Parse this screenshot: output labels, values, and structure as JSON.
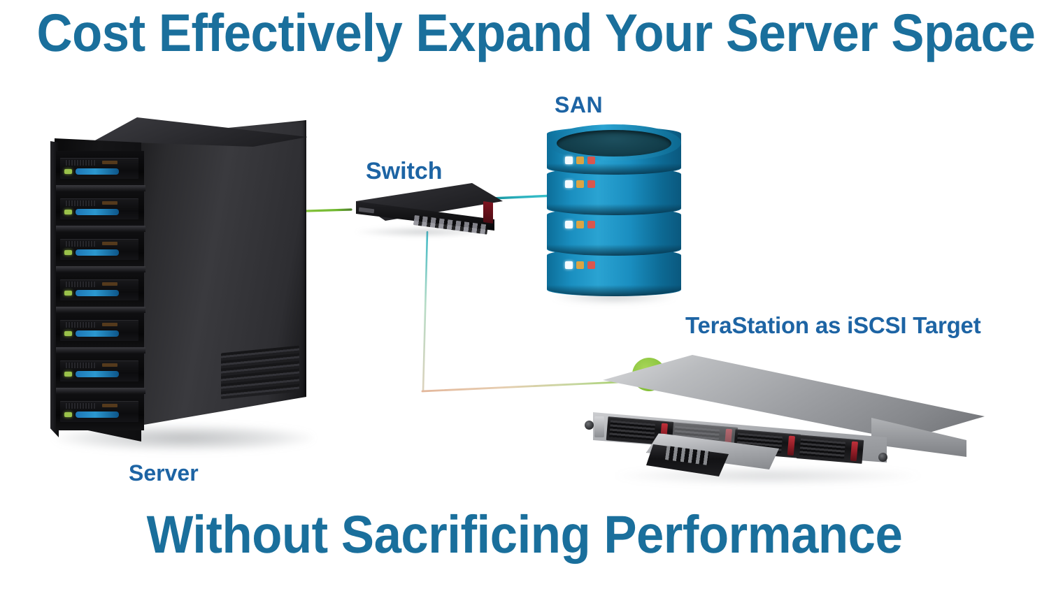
{
  "headings": {
    "top": "Cost Effectively Expand Your Server Space",
    "bottom": "Without Sacrificing Performance"
  },
  "colors": {
    "heading_blue": "#1a6f9c",
    "label_blue": "#1d64a4",
    "san_blue": "#1a8fc0",
    "cable_green": "#8cc63f",
    "cable_teal": "#23a6b4",
    "cable_tan": "#e0b89a",
    "led_green": "#9ac24a",
    "drive_handle_red": "#a8212c",
    "tera_green_dot": "#8cc63f"
  },
  "nodes": {
    "server": {
      "label": "Server",
      "type": "server-rack",
      "blade_count": 7
    },
    "switch": {
      "label": "Switch",
      "type": "network-switch",
      "port_count": 8
    },
    "san": {
      "label": "SAN",
      "type": "storage-array-cylinder",
      "segment_count": 4,
      "leds_per_segment": [
        "white",
        "amber",
        "red"
      ]
    },
    "terastation": {
      "label": "TeraStation as iSCSI Target",
      "type": "rackmount-nas",
      "drive_bay_count": 4,
      "ejected_tray_index": 1
    }
  },
  "connections": [
    {
      "id": "server-to-switch",
      "from": "server",
      "to": "switch",
      "color": "#8cc63f",
      "style": "straight"
    },
    {
      "id": "switch-to-san",
      "from": "switch",
      "to": "san",
      "color": "#23a6b4",
      "style": "straight"
    },
    {
      "id": "switch-to-terastation",
      "from": "switch",
      "to": "terastation",
      "color": "#a8d4b0",
      "style": "elbow"
    }
  ]
}
